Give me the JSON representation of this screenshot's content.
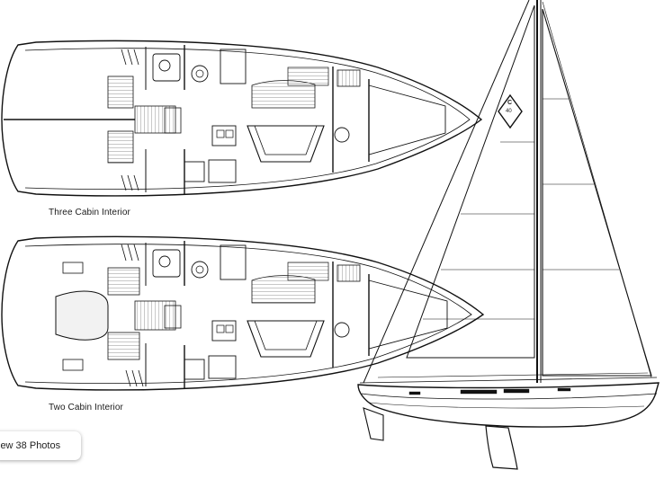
{
  "plans": {
    "three_cabin_caption": "Three Cabin Interior",
    "two_cabin_caption": "Two Cabin Interior"
  },
  "view_photos_button": {
    "label": "iew 38 Photos"
  },
  "sailplan": {
    "logo_letter": "C",
    "logo_number": "40"
  }
}
